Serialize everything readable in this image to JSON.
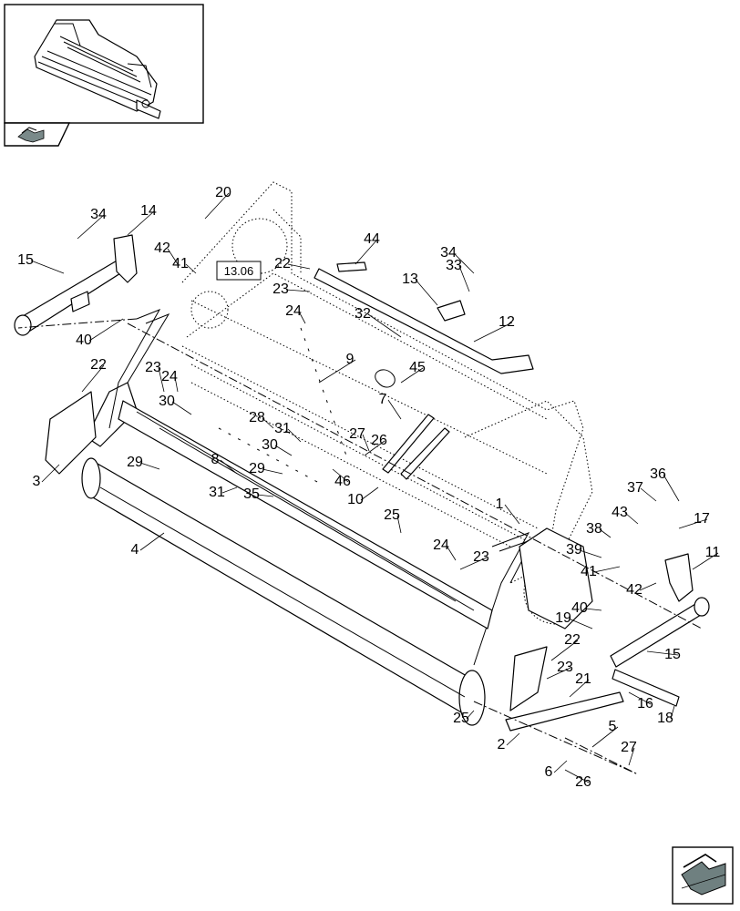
{
  "callouts": [
    "1",
    "2",
    "3",
    "4",
    "5",
    "6",
    "7",
    "8",
    "9",
    "10",
    "11",
    "12",
    "13",
    "14",
    "15",
    "15",
    "16",
    "17",
    "18",
    "19",
    "20",
    "21",
    "22",
    "22",
    "22",
    "23",
    "23",
    "23",
    "23",
    "24",
    "24",
    "24",
    "25",
    "25",
    "26",
    "26",
    "27",
    "27",
    "28",
    "29",
    "29",
    "30",
    "30",
    "31",
    "31",
    "33",
    "34",
    "34",
    "35",
    "36",
    "37",
    "38",
    "39",
    "40",
    "40",
    "41",
    "41",
    "42",
    "42",
    "43",
    "44",
    "45",
    "46",
    "32"
  ],
  "reference_box": "13.06",
  "icons": {
    "thumbnail": "assembly-thumbnail-icon",
    "nav_top": "page-turn-arrow-icon",
    "nav_bottom": "next-page-arrow-icon"
  }
}
